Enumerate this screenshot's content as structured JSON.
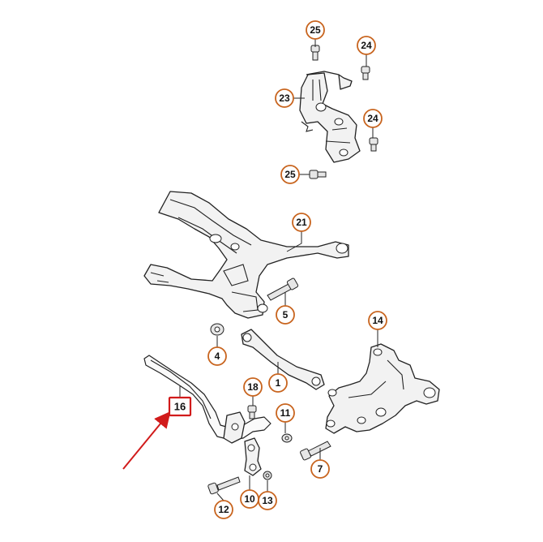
{
  "callouts": {
    "c25a": "25",
    "c24a": "24",
    "c23": "23",
    "c24b": "24",
    "c25b": "25",
    "c21": "21",
    "c5": "5",
    "c4": "4",
    "c14": "14",
    "c1": "1",
    "c18": "18",
    "c11": "11",
    "c7": "7",
    "c12": "12",
    "c10": "10",
    "c13": "13",
    "c16": "16"
  },
  "colors": {
    "callout_ring": "#c8641e",
    "highlight_box": "#d11b1b",
    "pointer_arrow": "#d11b1b",
    "line_art": "#222222"
  }
}
